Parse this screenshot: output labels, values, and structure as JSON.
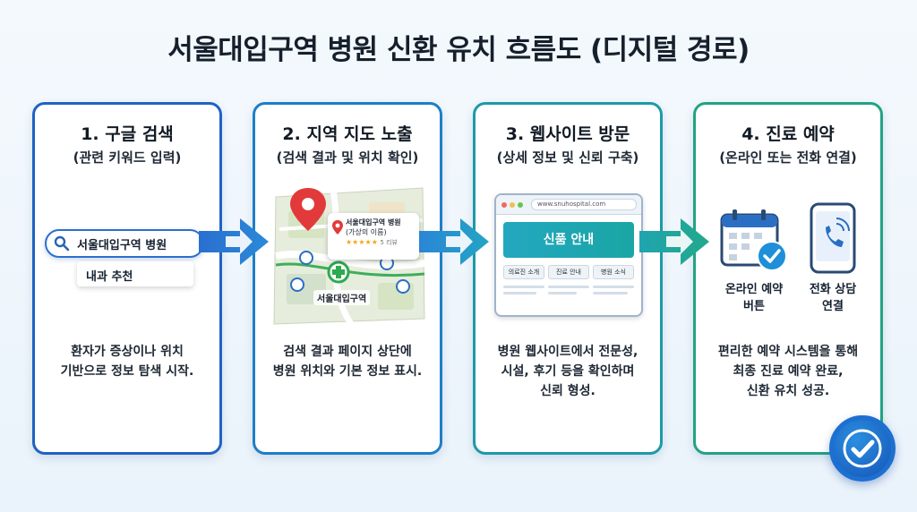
{
  "title": "서울대입구역 병원 신환 유치 흐름도 (디지털 경로)",
  "colors": {
    "step1": "#1f63c4",
    "step2": "#1e7ec8",
    "step3": "#1c9aa8",
    "step4": "#22a383"
  },
  "steps": [
    {
      "title": "1. 구글 검색",
      "subtitle": "(관련 키워드 입력)",
      "search_query": "서울대입구역 병원",
      "suggestion": "내과 추천",
      "desc": [
        "환자가 증상이나 위치",
        "기반으로 정보 탐색 시작."
      ]
    },
    {
      "title": "2. 지역 지도 노출",
      "subtitle": "(검색 결과 및 위치 확인)",
      "popup_name": "서울대입구역 병원",
      "popup_note": "(가상의 이름)",
      "popup_stars": "★★★★★",
      "popup_count": "5 리뷰",
      "map_label": "서울대입구역",
      "desc": [
        "검색 결과 페이지 상단에",
        "병원 위치와 기본 정보 표시."
      ]
    },
    {
      "title": "3. 웹사이트 방문",
      "subtitle": "(상세 정보 및 신뢰 구축)",
      "url": "www.snuhospital.com",
      "hero": "신품 안내",
      "nav": [
        "의료진 소개",
        "진료 안내",
        "병원 소식"
      ],
      "desc": [
        "병원 웹사이트에서 전문성,",
        "시설, 후기 등을 확인하며",
        "신뢰 형성."
      ]
    },
    {
      "title": "4. 진료 예약",
      "subtitle": "(온라인 또는 전화 연결)",
      "online_label": [
        "온라인 예약",
        "버튼"
      ],
      "phone_label": [
        "전화 상담",
        "연결"
      ],
      "desc": [
        "편리한 예약 시스템을 통해",
        "최종 진료 예약 완료,",
        "신환 유치 성공."
      ]
    }
  ]
}
